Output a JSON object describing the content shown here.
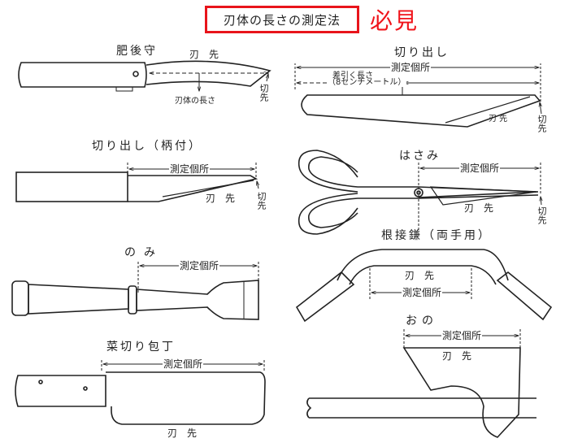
{
  "title": "刃体の長さの測定法",
  "stamp": "必見",
  "colors": {
    "accent_red": "#e8141b",
    "ink": "#222222"
  },
  "tools": {
    "higonokami": {
      "name": "肥後守",
      "edge": "刃　先",
      "blade_length": "刃体の長さ",
      "tip": "切先"
    },
    "kiridashi": {
      "name": "切り出し",
      "measure": "測定個所",
      "deduct": "差引く長さ",
      "deduct_value": "（8センチメートル）",
      "edge": "刃 先",
      "tip": "切先"
    },
    "kiridashi_handle": {
      "name": "切り出し（柄付）",
      "measure": "測定個所",
      "edge": "刃　先",
      "tip": "切先"
    },
    "scissors": {
      "name": "はさみ",
      "measure": "測定個所",
      "edge": "刃　先",
      "tip": "切先"
    },
    "nomi": {
      "name": "のみ",
      "measure": "測定個所"
    },
    "negiri_kama": {
      "name": "根接鎌（両手用）",
      "edge": "刃　先",
      "measure": "測定個所"
    },
    "ono": {
      "name": "おの",
      "measure": "測定個所",
      "edge": "刃　先"
    },
    "nakiri": {
      "name": "菜切り包丁",
      "measure": "測定個所",
      "edge": "刃　先"
    }
  }
}
